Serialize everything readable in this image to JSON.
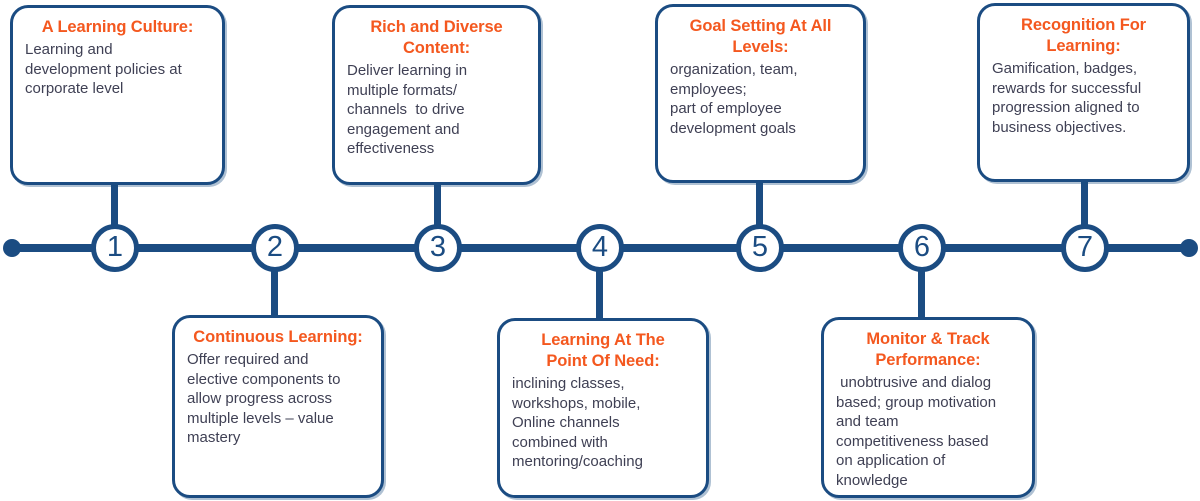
{
  "palette": {
    "navy": "#1B4C82",
    "navy_shadow": "rgba(27,76,130,0.35)",
    "orange": "#F4581F",
    "body_text": "#3F4054",
    "card_bg": "#FFFFFF"
  },
  "timeline": {
    "steps": [
      {
        "number": "1",
        "position": "top",
        "title": "A Learning Culture:",
        "body": "Learning and\ndevelopment policies at\ncorporate level"
      },
      {
        "number": "2",
        "position": "bottom",
        "title": "Continuous Learning:",
        "body": "Offer required and\nelective components to\nallow progress across\nmultiple levels – value\nmastery"
      },
      {
        "number": "3",
        "position": "top",
        "title": "Rich and Diverse\nContent:",
        "body": "Deliver learning in\nmultiple formats/\nchannels  to drive\nengagement and\neffectiveness"
      },
      {
        "number": "4",
        "position": "bottom",
        "title": "Learning At The\nPoint Of Need:",
        "body": "inclining classes,\nworkshops, mobile,\nOnline channels\ncombined with\nmentoring/coaching"
      },
      {
        "number": "5",
        "position": "top",
        "title": "Goal Setting At All\nLevels:",
        "body": "organization, team,\nemployees;\npart of employee\ndevelopment goals"
      },
      {
        "number": "6",
        "position": "bottom",
        "title": "Monitor & Track\nPerformance:",
        "body": " unobtrusive and dialog\nbased; group motivation\nand team\ncompetitiveness based\non application of\nknowledge"
      },
      {
        "number": "7",
        "position": "top",
        "title": "Recognition For\nLearning:",
        "body": "Gamification, badges,\nrewards for successful\nprogression aligned to\nbusiness objectives."
      }
    ]
  }
}
